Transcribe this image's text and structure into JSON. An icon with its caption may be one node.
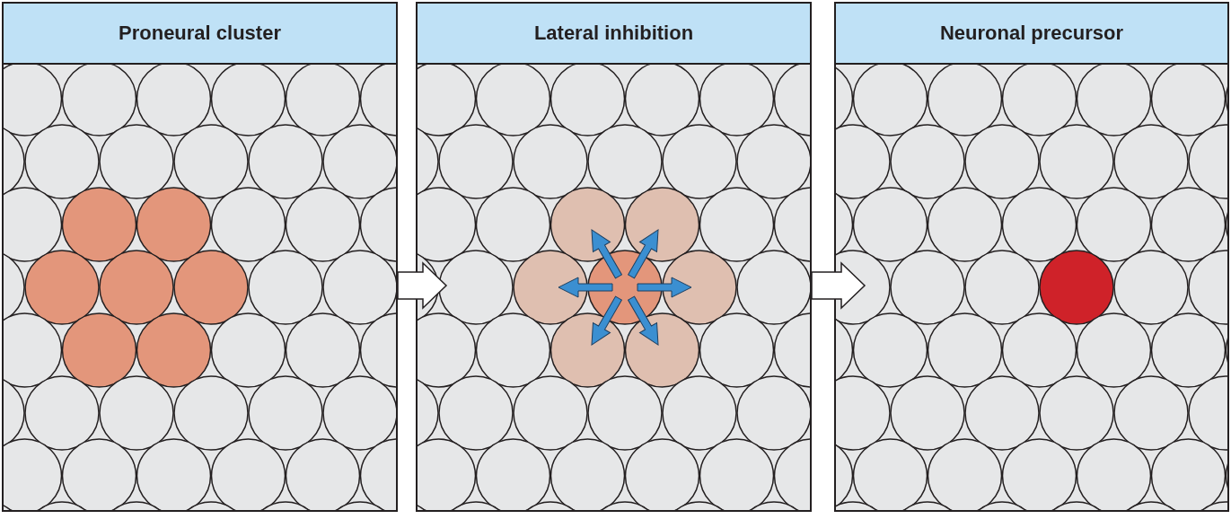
{
  "diagram": {
    "nodes": [
      {
        "text": [
          "Proneural cluster"
        ]
      },
      {
        "text": [
          "Lateral inhibition"
        ]
      },
      {
        "text": [
          "Neuronal precursor"
        ]
      }
    ],
    "edges": [
      {
        "from": 0,
        "to": 1,
        "arrow": "to"
      },
      {
        "from": 1,
        "to": 2,
        "arrow": "to"
      }
    ]
  }
}
